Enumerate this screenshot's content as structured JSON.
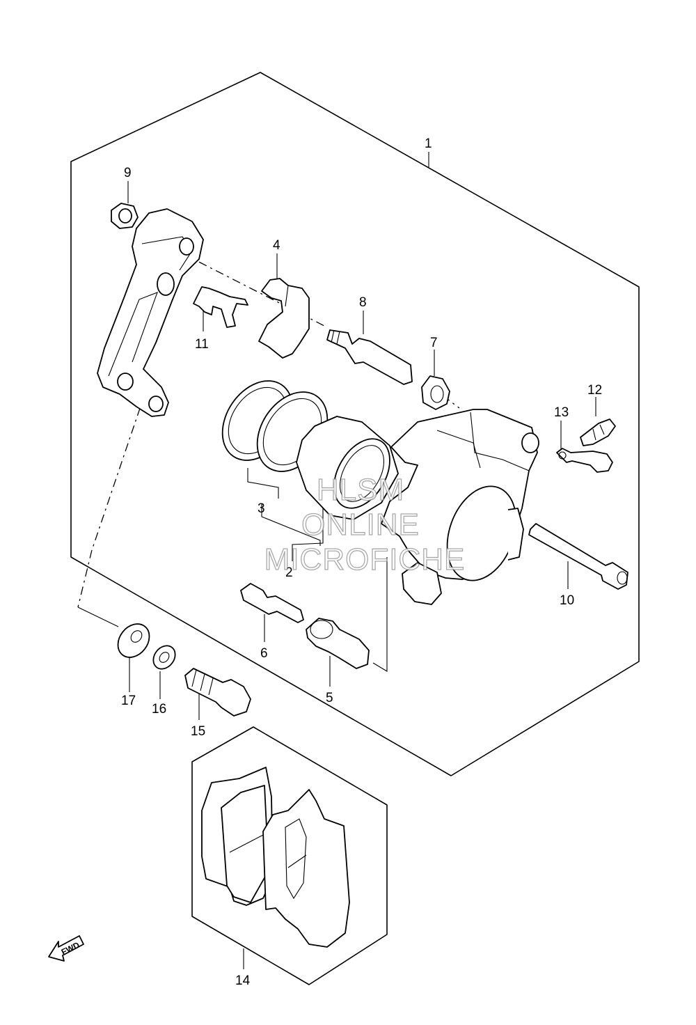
{
  "callouts": {
    "c1": "1",
    "c2": "2",
    "c3": "3",
    "c4": "4",
    "c5": "5",
    "c6": "6",
    "c7": "7",
    "c8": "8",
    "c9": "9",
    "c10": "10",
    "c11": "11",
    "c12": "12",
    "c13": "13",
    "c14": "14",
    "c15": "15",
    "c16": "16",
    "c17": "17"
  },
  "watermark": {
    "line1": "HLSM",
    "line2": "ONLINE",
    "line3": "MICROFICHE"
  },
  "direction": {
    "label": "FWD"
  },
  "colors": {
    "line": "#000000",
    "background": "#ffffff",
    "watermark_stroke": "#9a9a9a"
  }
}
